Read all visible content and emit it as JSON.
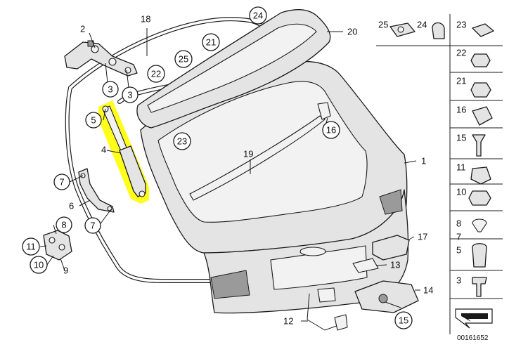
{
  "diagram": {
    "document_number": "00161652",
    "highlight_color": "#ffff00",
    "callouts": [
      {
        "id": "c1",
        "label": "1"
      },
      {
        "id": "c2",
        "label": "2"
      },
      {
        "id": "c3a",
        "label": "3"
      },
      {
        "id": "c3b",
        "label": "3"
      },
      {
        "id": "c4",
        "label": "4"
      },
      {
        "id": "c5",
        "label": "5"
      },
      {
        "id": "c6",
        "label": "6"
      },
      {
        "id": "c7a",
        "label": "7"
      },
      {
        "id": "c7b",
        "label": "7"
      },
      {
        "id": "c8",
        "label": "8"
      },
      {
        "id": "c9",
        "label": "9"
      },
      {
        "id": "c10",
        "label": "10"
      },
      {
        "id": "c11",
        "label": "11"
      },
      {
        "id": "c12",
        "label": "12"
      },
      {
        "id": "c13",
        "label": "13"
      },
      {
        "id": "c14",
        "label": "14"
      },
      {
        "id": "c15",
        "label": "15"
      },
      {
        "id": "c16",
        "label": "16"
      },
      {
        "id": "c17",
        "label": "17"
      },
      {
        "id": "c18",
        "label": "18"
      },
      {
        "id": "c19",
        "label": "19"
      },
      {
        "id": "c20",
        "label": "20"
      },
      {
        "id": "c21",
        "label": "21"
      },
      {
        "id": "c22",
        "label": "22"
      },
      {
        "id": "c23",
        "label": "23"
      },
      {
        "id": "c24",
        "label": "24"
      },
      {
        "id": "c25",
        "label": "25"
      }
    ],
    "legend": [
      {
        "id": "l25",
        "label": "25"
      },
      {
        "id": "l24",
        "label": "24"
      },
      {
        "id": "l23",
        "label": "23"
      },
      {
        "id": "l22",
        "label": "22"
      },
      {
        "id": "l21",
        "label": "21"
      },
      {
        "id": "l16",
        "label": "16"
      },
      {
        "id": "l15",
        "label": "15"
      },
      {
        "id": "l11",
        "label": "11"
      },
      {
        "id": "l10",
        "label": "10"
      },
      {
        "id": "l8",
        "label": "8"
      },
      {
        "id": "l7",
        "label": "7"
      },
      {
        "id": "l5",
        "label": "5"
      },
      {
        "id": "l3",
        "label": "3"
      }
    ]
  }
}
